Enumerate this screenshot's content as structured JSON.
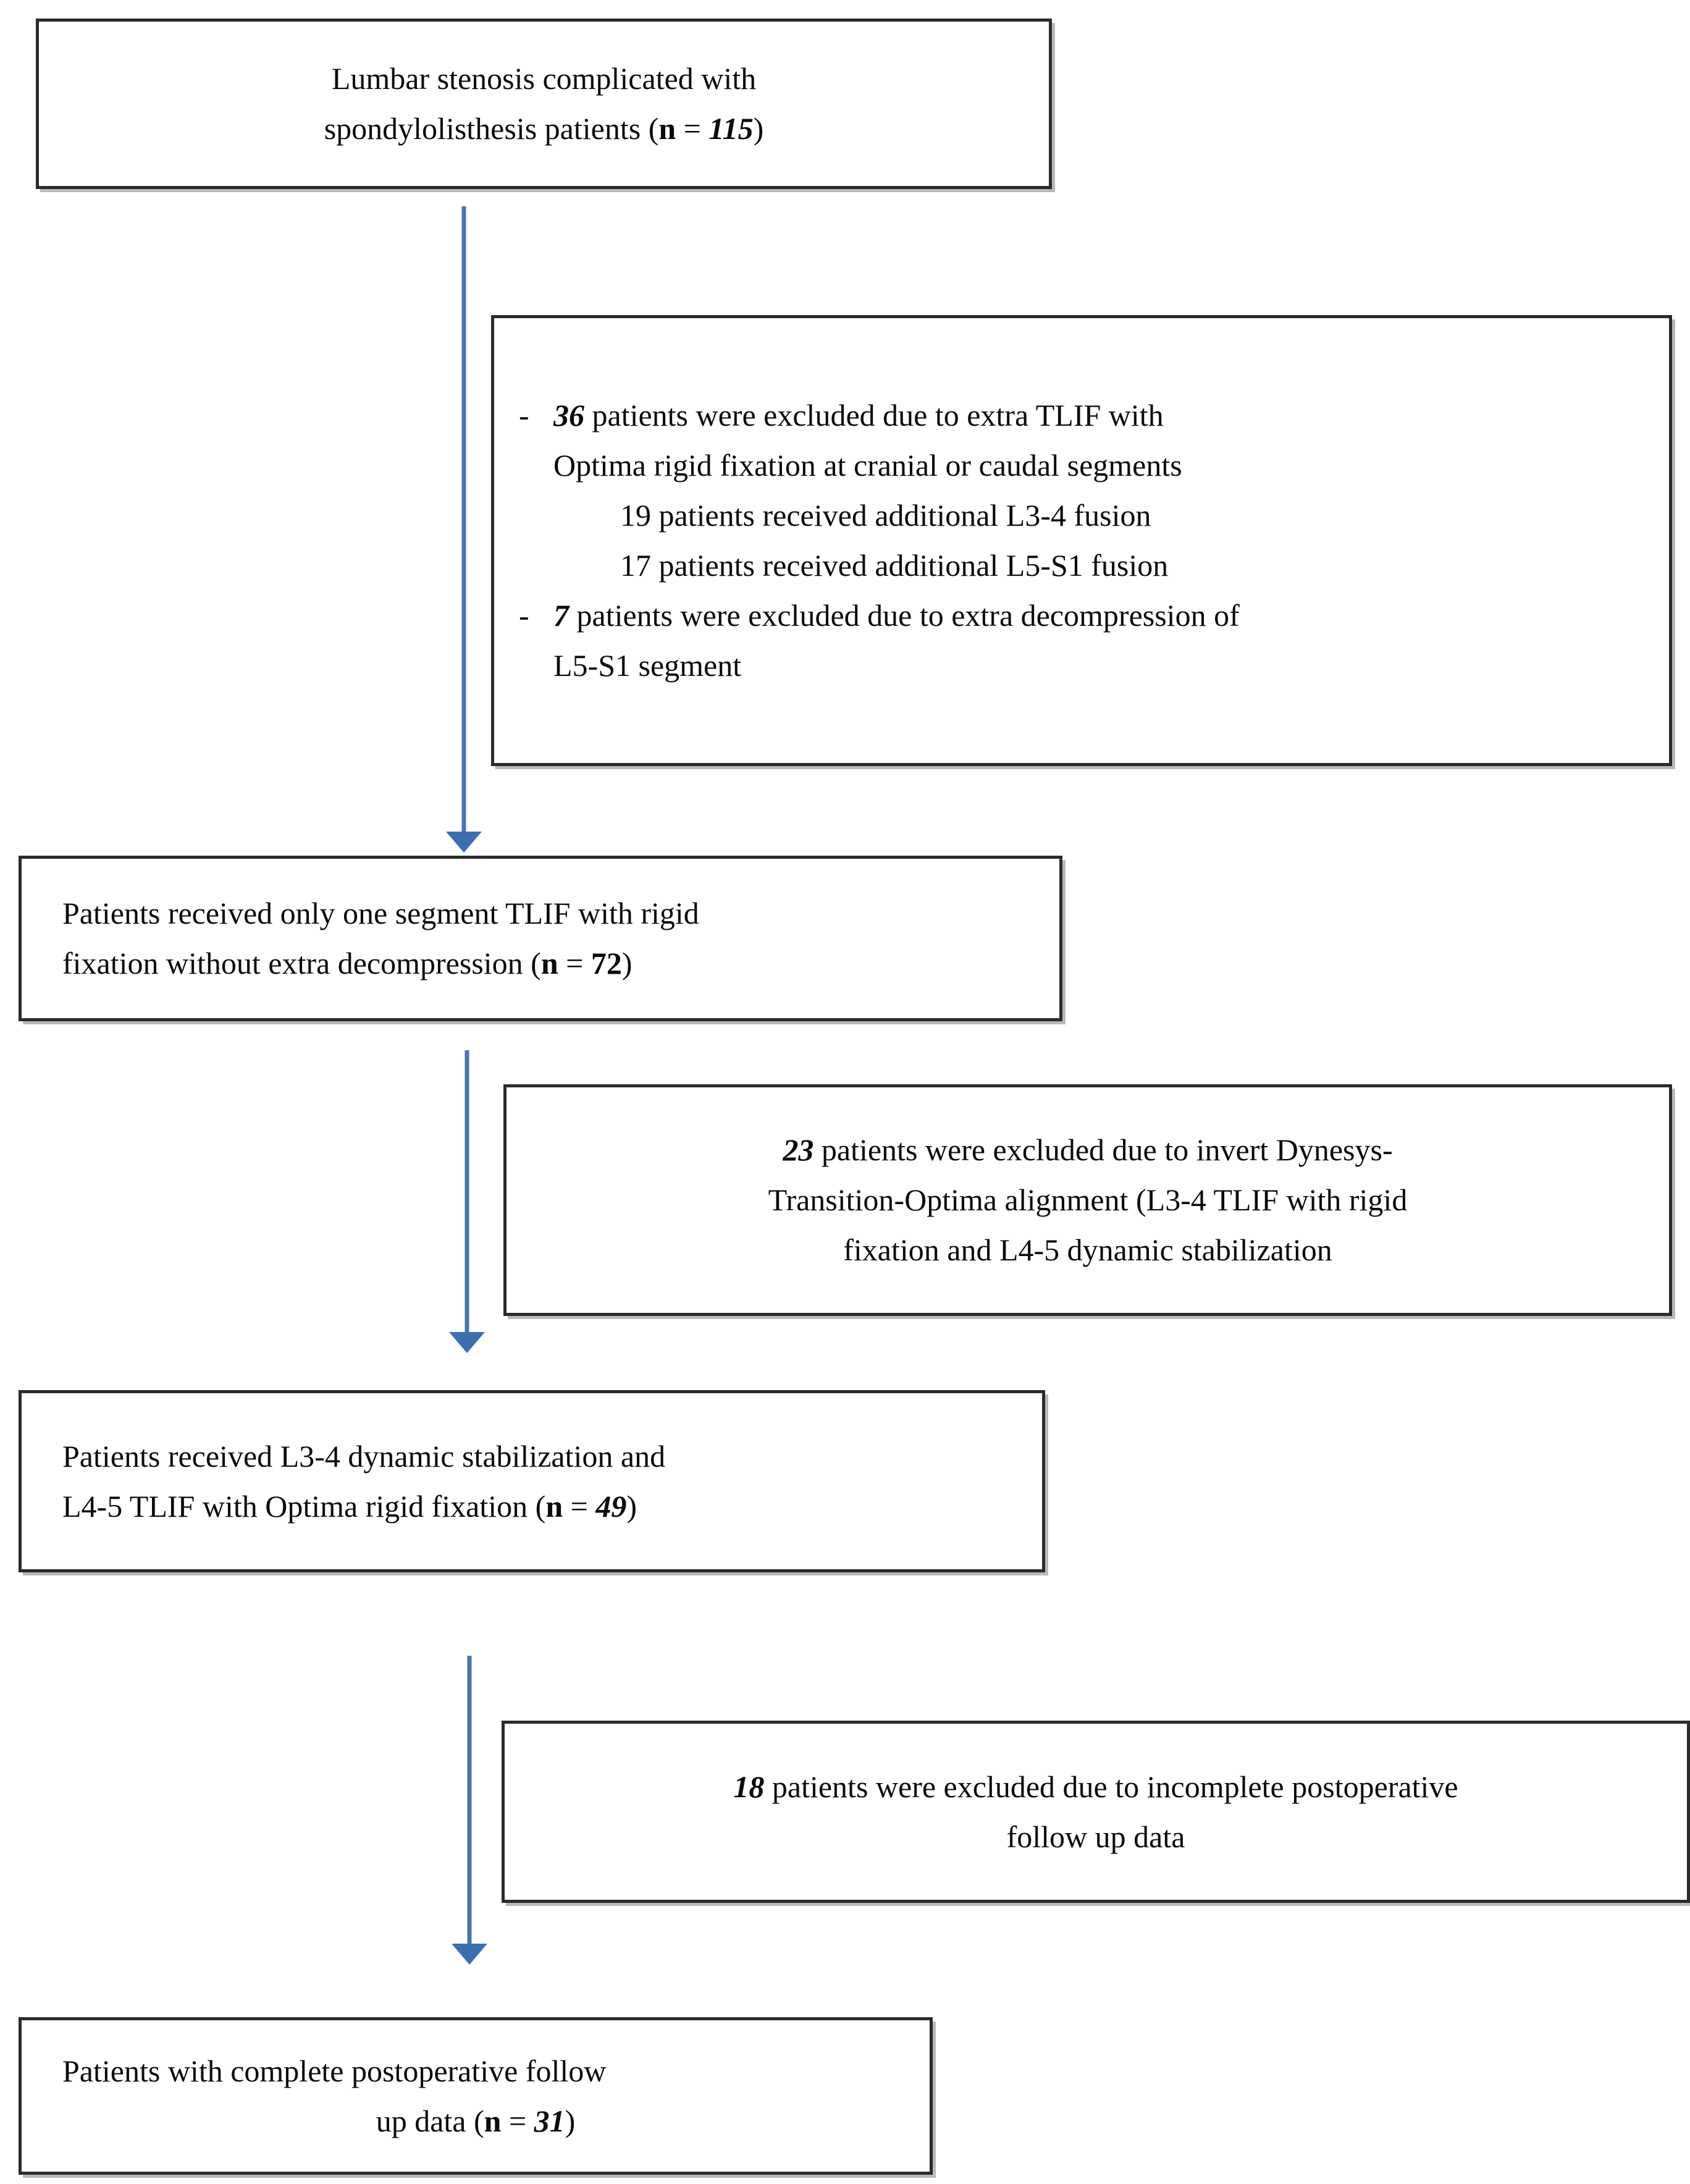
{
  "figure": {
    "type": "patient-selection-flowchart",
    "accent_color": "#3d6fb0",
    "box_border_color": "#2b2b2b"
  },
  "boxes": {
    "enrolled": {
      "line1": "Lumbar stenosis complicated with",
      "line2_prefix": "spondylolisthesis patients (",
      "line2_n": "n",
      "line2_eq": " = ",
      "line2_value": "115",
      "line2_suffix": ")"
    },
    "exclusion_1": {
      "bullet1_dash": "-",
      "bullet1_value": "36",
      "bullet1_line1": " patients were excluded due to extra TLIF with",
      "bullet1_line2": "Optima rigid fixation at cranial or caudal segments",
      "sub1": "19 patients received additional L3-4 fusion",
      "sub2": "17 patients received additional L5-S1 fusion",
      "bullet2_dash": "-",
      "bullet2_value": "7",
      "bullet2_line1": " patients were excluded due to extra decompression of",
      "bullet2_line2": "L5-S1 segment"
    },
    "one_segment_tlif": {
      "line1": "Patients received only one segment TLIF with rigid",
      "line2_prefix": "fixation without extra decompression (",
      "line2_n": "n",
      "line2_eq": " = ",
      "line2_value": "72",
      "line2_suffix": ")"
    },
    "exclusion_2": {
      "value": "23",
      "line1": " patients were excluded due to invert Dynesys-",
      "line2": "Transition-Optima alignment (L3-4 TLIF with rigid",
      "line3": "fixation and L4-5 dynamic stabilization"
    },
    "dynamic_stabilization": {
      "line1": "Patients received L3-4 dynamic stabilization and",
      "line2_prefix": "L4-5 TLIF with Optima rigid fixation (",
      "line2_n": "n",
      "line2_eq": " = ",
      "line2_value": "49",
      "line2_suffix": ")"
    },
    "exclusion_3": {
      "value": "18",
      "line1": " patients were excluded due to incomplete postoperative",
      "line2": "follow up data"
    },
    "final_cohort": {
      "line1": "Patients with complete postoperative follow",
      "line2_prefix": "up data (",
      "line2_n": "n",
      "line2_eq": " = ",
      "line2_value": "31",
      "line2_suffix": ")"
    }
  },
  "arrows": {
    "a1": "down-arrow-enrolled-to-one-segment",
    "a2": "down-arrow-one-segment-to-dynamic",
    "a3": "down-arrow-dynamic-to-final"
  }
}
